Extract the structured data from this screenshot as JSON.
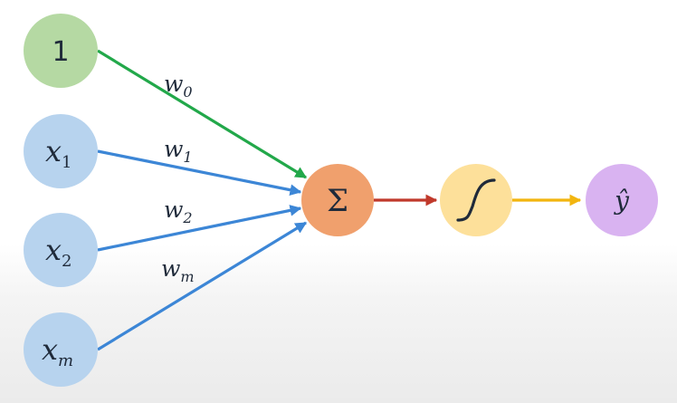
{
  "nodes": {
    "bias": {
      "label": "1",
      "color": "#b5d9a3"
    },
    "x1": {
      "label": "x",
      "sub": "1",
      "color": "#b7d3ee"
    },
    "x2": {
      "label": "x",
      "sub": "2",
      "color": "#b7d3ee"
    },
    "xm": {
      "label": "x",
      "sub": "m",
      "color": "#b7d3ee"
    },
    "sum": {
      "label": "Σ",
      "color": "#f0a06d"
    },
    "activation": {
      "icon": "sigmoid-icon",
      "color": "#fde09a"
    },
    "output": {
      "label": "ŷ",
      "color": "#d9b3f1"
    }
  },
  "weights": {
    "w0": {
      "label": "w",
      "sub": "0"
    },
    "w1": {
      "label": "w",
      "sub": "1"
    },
    "w2": {
      "label": "w",
      "sub": "2"
    },
    "wm": {
      "label": "w",
      "sub": "m"
    }
  },
  "colors": {
    "bias_edge": "#22a84a",
    "input_edge": "#3c86d6",
    "sum_edge": "#c0392b",
    "activation_edge": "#f2b50f"
  }
}
